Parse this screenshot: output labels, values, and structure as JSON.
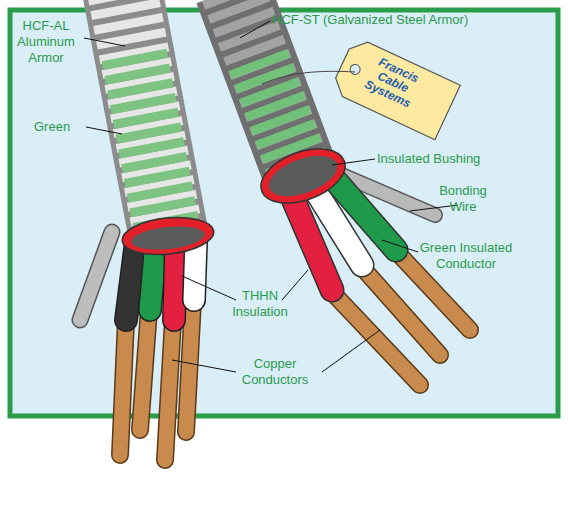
{
  "diagram": {
    "labels": [
      "HCF-AL Aluminum Armor",
      "HCF-ST (Galvanized Steel Armor)",
      "Green",
      "Francis Cable Systems",
      "Insulated Bushing",
      "Bonding Wire",
      "Green Insulated Conductor",
      "THHN Insulation",
      "Copper Conductors"
    ]
  }
}
